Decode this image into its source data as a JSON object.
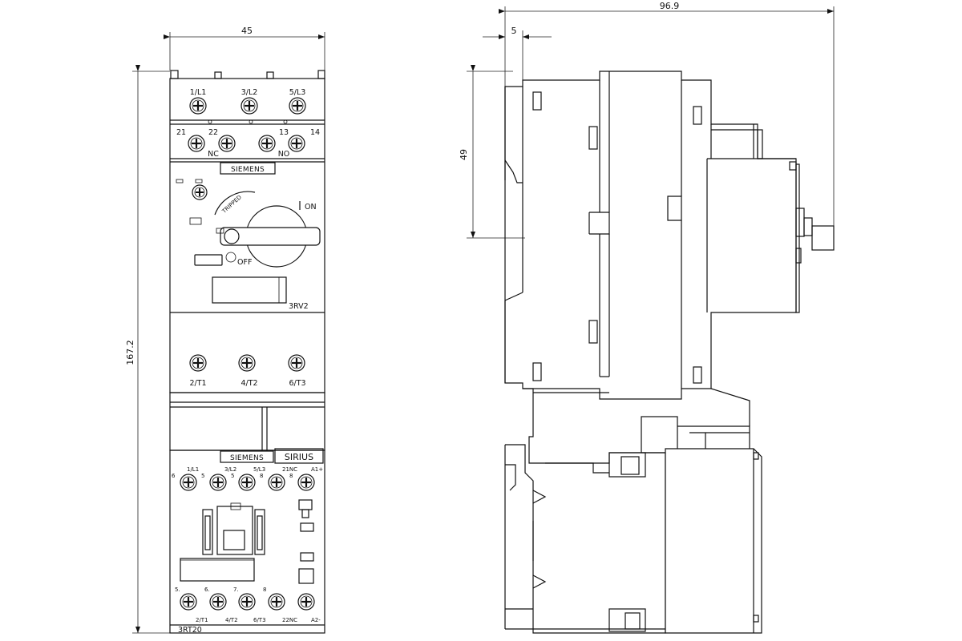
{
  "dimensions": {
    "width_45": "45",
    "height_167": "167.2",
    "depth_96": "96.9",
    "offset_5": "5",
    "height_49": "49"
  },
  "breaker": {
    "top_terminals": [
      "1/L1",
      "3/L2",
      "5/L3"
    ],
    "aux_left_no": "21",
    "aux_left_nc_no": "22",
    "aux_left_type": "NC",
    "aux_right_no": "13",
    "aux_right_nc_no": "14",
    "aux_right_type": "NO",
    "brand": "SIEMENS",
    "tripped_label": "TRIPPED",
    "on_label": "ON",
    "off_label": "OFF",
    "model": "3RV2",
    "bottom_terminals": [
      "2/T1",
      "4/T2",
      "6/T3"
    ]
  },
  "contactor": {
    "brand": "SIEMENS",
    "series": "SIRIUS",
    "top_terminals": [
      "1/L1",
      "3/L2",
      "5/L3",
      "21NC",
      "A1+"
    ],
    "top_markers": [
      "6",
      "5",
      "5",
      "8",
      "8"
    ],
    "bottom_markers": [
      "5.",
      "6.",
      "7.",
      "8"
    ],
    "bottom_terminals": [
      "2/T1",
      "4/T2",
      "6/T3",
      "22NC",
      "A2-"
    ],
    "model": "3RT20"
  }
}
